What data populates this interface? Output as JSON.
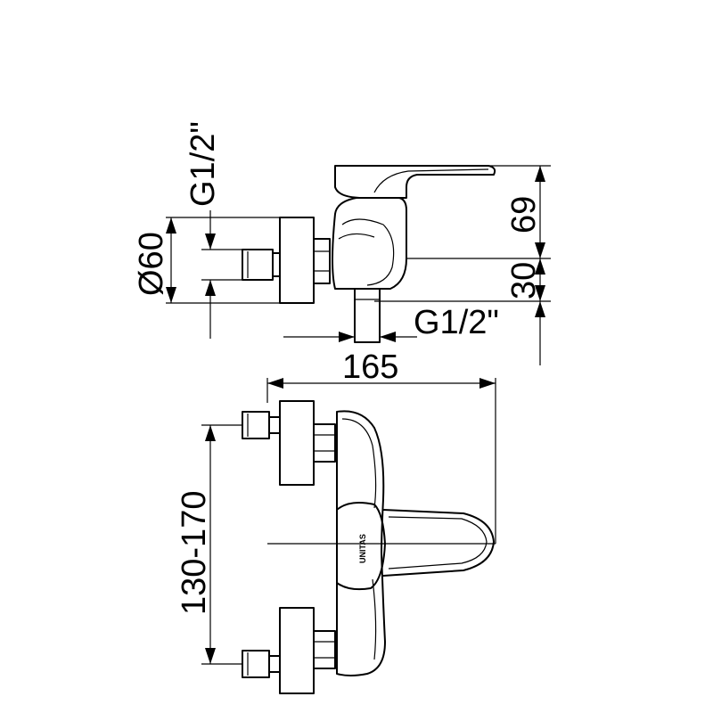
{
  "dimensions": {
    "side_top_thread": "G1/2\"",
    "diameter": "Ø60",
    "height_upper": "69",
    "height_lower": "30",
    "bottom_thread": "G1/2\"",
    "width": "165",
    "spacing": "130-170"
  },
  "brand": "UNITAS"
}
